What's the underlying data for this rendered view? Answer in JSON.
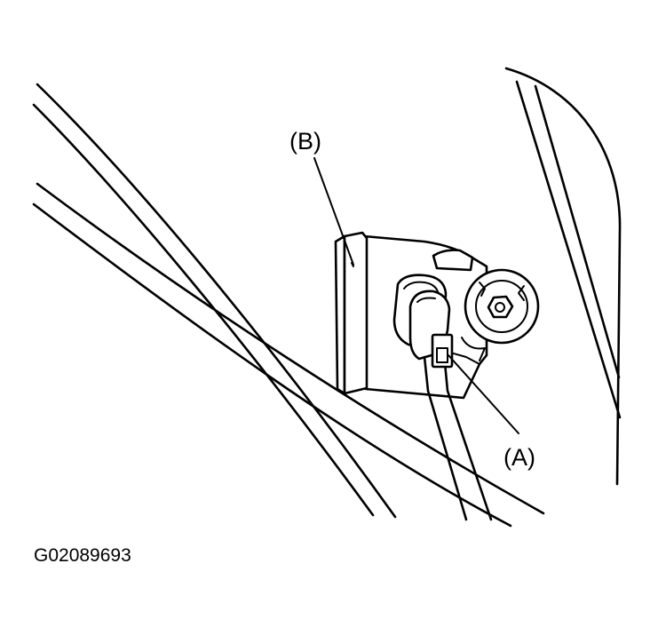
{
  "figure": {
    "callouts": {
      "b": "(B)",
      "a": "(A)"
    },
    "figure_code": "G02089693"
  },
  "colors": {
    "ink": "#000000",
    "background": "#ffffff"
  }
}
